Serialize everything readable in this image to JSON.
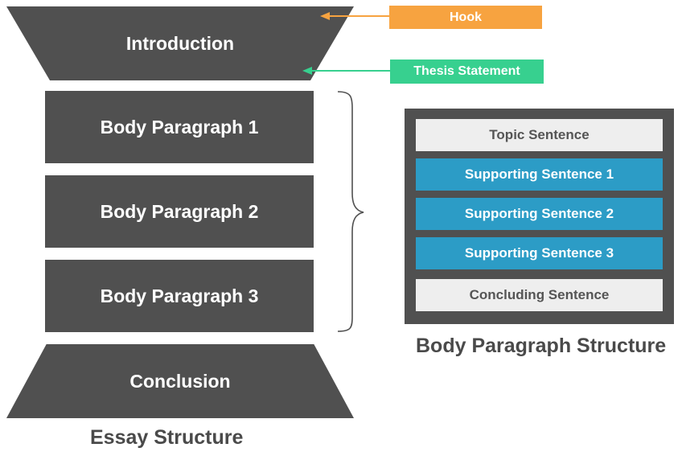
{
  "essay": {
    "introduction": "Introduction",
    "body_paragraphs": [
      "Body Paragraph 1",
      "Body Paragraph 2",
      "Body Paragraph 3"
    ],
    "conclusion": "Conclusion",
    "caption": "Essay Structure"
  },
  "callouts": {
    "hook": "Hook",
    "thesis": "Thesis Statement"
  },
  "body_structure": {
    "sentences": [
      "Topic Sentence",
      "Supporting Sentence 1",
      "Supporting Sentence 2",
      "Supporting Sentence 3",
      "Concluding Sentence"
    ],
    "caption": "Body Paragraph Structure"
  },
  "colors": {
    "block": "#505050",
    "hook": "#f7a340",
    "thesis": "#37d08f",
    "supporting": "#2c9cc6",
    "light": "#eeeeee",
    "caption": "#4a4a4a"
  }
}
